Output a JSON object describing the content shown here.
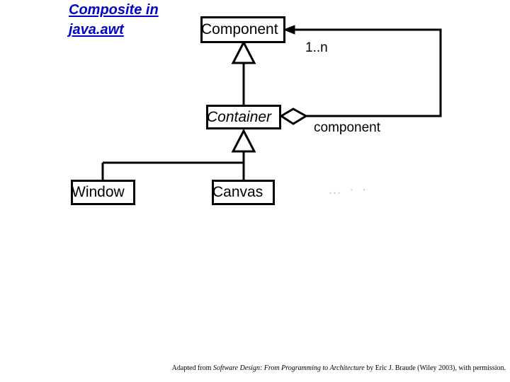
{
  "slide": {
    "title": "Composite in java.awt",
    "title_color": "#0000CC",
    "background": "#ffffff",
    "line_color": "#000000"
  },
  "diagram": {
    "type": "uml-class-diagram",
    "classes": [
      {
        "id": "component",
        "name": "Component",
        "abstract": false
      },
      {
        "id": "container",
        "name": "Container",
        "abstract": true
      },
      {
        "id": "window",
        "name": "Window",
        "abstract": false
      },
      {
        "id": "canvas",
        "name": "Canvas",
        "abstract": false
      }
    ],
    "relationships": [
      {
        "kind": "generalization",
        "from": "container",
        "to": "component"
      },
      {
        "kind": "generalization",
        "from": "window",
        "to": "component"
      },
      {
        "kind": "generalization",
        "from": "canvas",
        "to": "container"
      },
      {
        "kind": "aggregation",
        "from": "container",
        "to": "component",
        "multiplicity": "1..n",
        "role": "component"
      }
    ],
    "labels": {
      "multiplicity": "1..n",
      "role_name": "component",
      "ellipsis": "… · ·"
    }
  },
  "footer": {
    "prefix": "Adapted from ",
    "work_title": "Software Design: From Programming to Architecture",
    "suffix": " by Eric J. Braude (Wiley 2003), with permission."
  }
}
